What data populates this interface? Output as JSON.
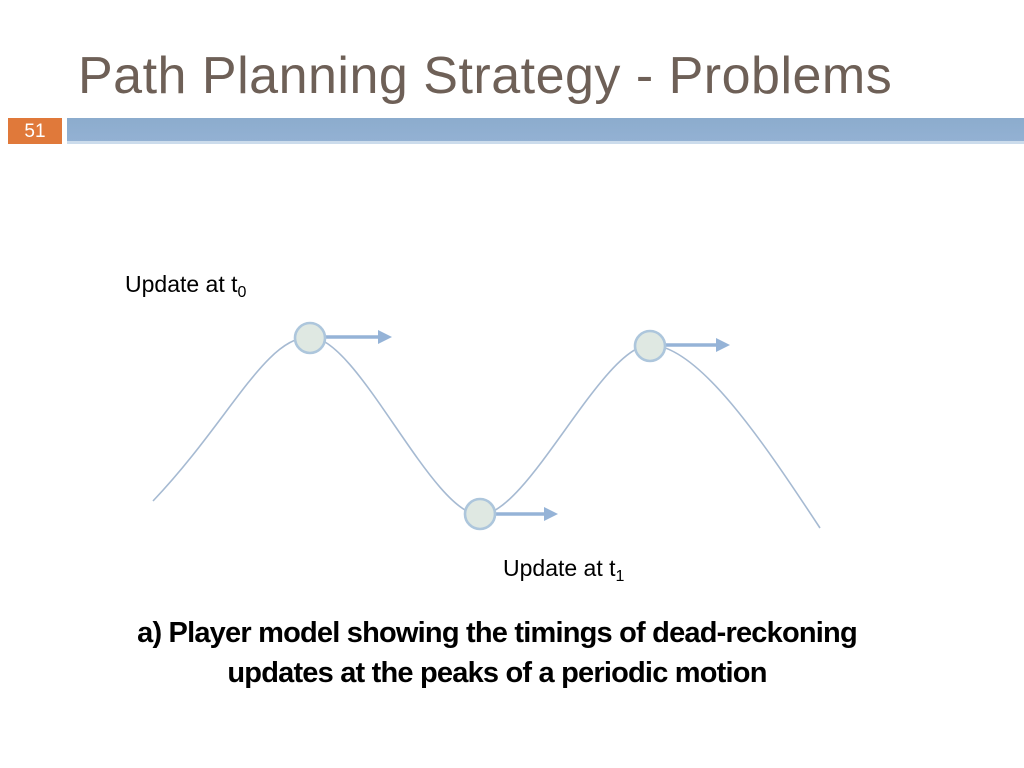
{
  "slide": {
    "title": "Path Planning Strategy - Problems",
    "slide_number": "51"
  },
  "diagram": {
    "labels": {
      "t0_text": "Update at t",
      "t0_sub": "0",
      "t1_text": "Update at t",
      "t1_sub": "1"
    },
    "caption": {
      "line1": "a) Player model showing the timings of dead-reckoning",
      "line2": "updates at the peaks of a periodic motion"
    },
    "description": "Periodic (sinusoidal) player motion path with dead-reckoning update markers at the first peak, the trough, and the second peak; each marker has a rightward velocity arrow"
  },
  "colors": {
    "title": "#6e6057",
    "bar_blue": "#93b1d3",
    "badge_orange": "#e0793a",
    "curve": "#a6bad2",
    "marker_fill": "#dfe8e2",
    "marker_stroke": "#adc6dc",
    "arrow": "#95b3d7"
  }
}
